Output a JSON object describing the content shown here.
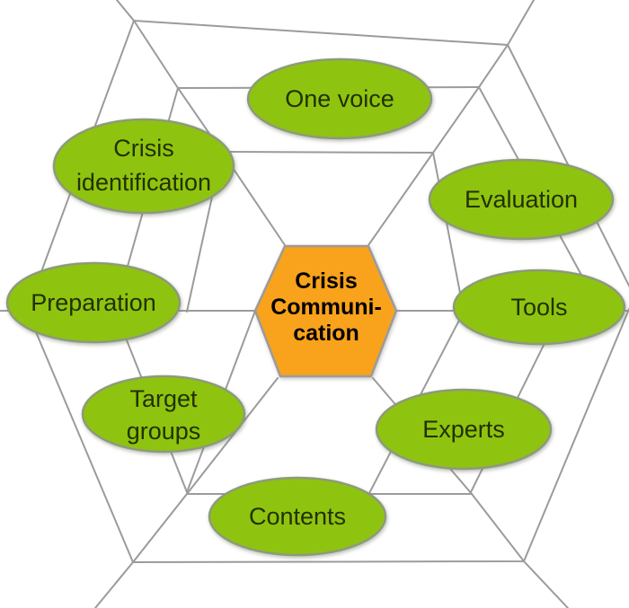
{
  "diagram": {
    "type": "spider-web-diagram",
    "center": {
      "lines": [
        "Crisis",
        "Communi-",
        "cation"
      ]
    },
    "nodes": [
      {
        "id": "one-voice",
        "lines": [
          "One voice"
        ]
      },
      {
        "id": "crisis-identification",
        "lines": [
          "Crisis",
          "identification"
        ]
      },
      {
        "id": "evaluation",
        "lines": [
          "Evaluation"
        ]
      },
      {
        "id": "preparation",
        "lines": [
          "Preparation"
        ]
      },
      {
        "id": "tools",
        "lines": [
          "Tools"
        ]
      },
      {
        "id": "target-groups",
        "lines": [
          "Target",
          "groups"
        ]
      },
      {
        "id": "experts",
        "lines": [
          "Experts"
        ]
      },
      {
        "id": "contents",
        "lines": [
          "Contents"
        ]
      }
    ],
    "colors": {
      "background": "#ffffff",
      "node_fill": "#8ec40f",
      "node_border": "#8d9a7c",
      "center_fill": "#f9a21b",
      "center_border": "#9b9b9b",
      "web_line": "#9b9b9b",
      "node_text": "#233000",
      "center_text": "#000000"
    }
  }
}
